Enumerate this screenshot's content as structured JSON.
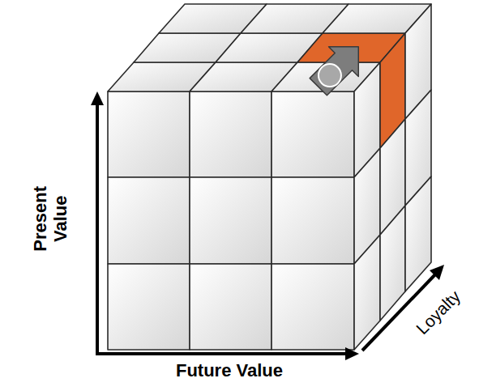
{
  "diagram": {
    "labels": [
      "Present Value",
      "Future Value",
      "Loyalty"
    ]
  }
}
